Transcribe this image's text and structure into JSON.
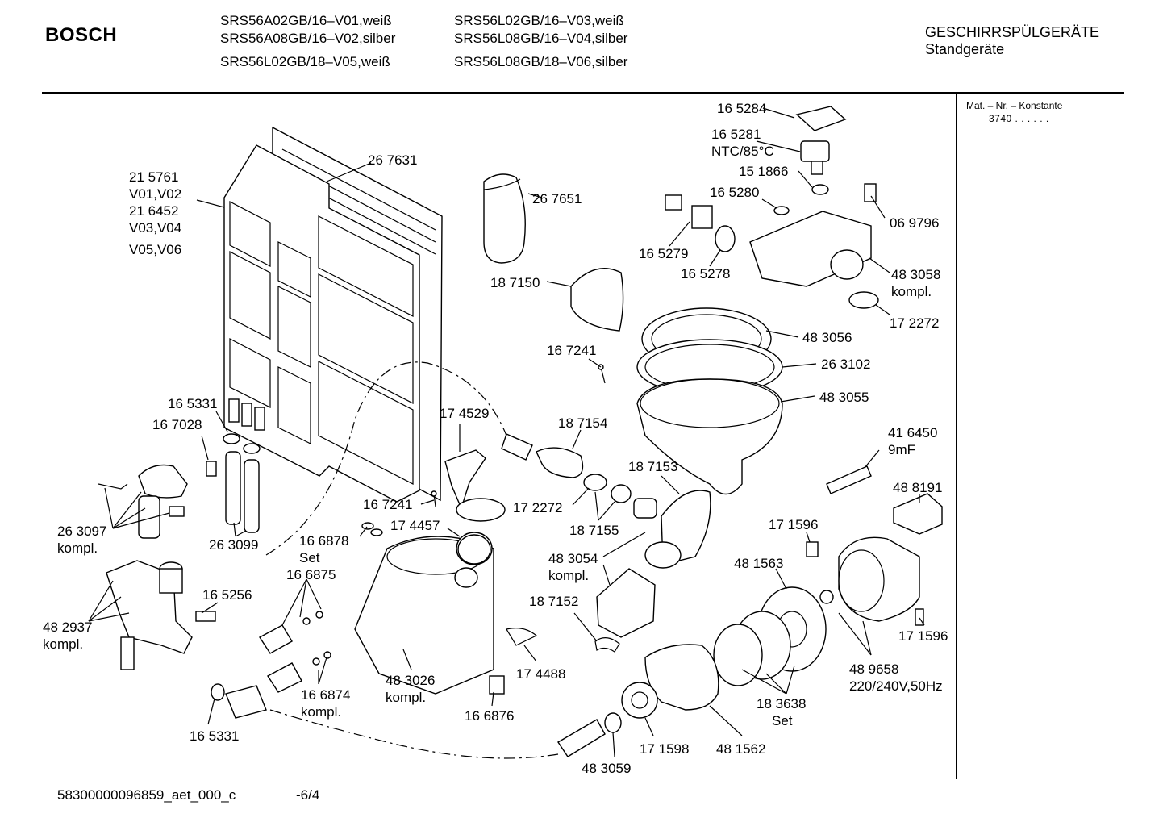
{
  "header": {
    "brand": "BOSCH",
    "models": [
      "SRS56A02GB/16–V01,weiß",
      "SRS56A08GB/16–V02,silber",
      "SRS56L02GB/18–V05,weiß",
      "SRS56L02GB/16–V03,weiß",
      "SRS56L08GB/16–V04,silber",
      "SRS56L08GB/18–V06,silber"
    ],
    "category": "GESCHIRRSPÜLGERÄTE",
    "subcategory": "Standgeräte"
  },
  "side_panel": {
    "title": "Mat. – Nr. – Konstante",
    "value": "3740  .  .  .  .  .  ."
  },
  "footer": {
    "doc_id": "58300000096859_aet_000_c",
    "page": "-6/4"
  },
  "labels": [
    "16 5284",
    "16 5281",
    "NTC/85°C",
    "15 1866",
    "16 5280",
    "06 9796",
    "16 5279",
    "16 5278",
    "48 3058",
    "kompl.",
    "17 2272",
    "26 7631",
    "21 5761",
    "V01,V02",
    "21 6452",
    "V03,V04",
    "V05,V06",
    "26 7651",
    "18 7150",
    "48 3056",
    "16 7241",
    "26 3102",
    "48 3055",
    "16 5331",
    "16 7028",
    "17 4529",
    "18 7154",
    "41 6450",
    "9mF",
    "18 7153",
    "48 8191",
    "16 7241",
    "17 2272",
    "18 7155",
    "17 4457",
    "17 1596",
    "26 3097",
    "kompl.",
    "16 6878",
    "Set",
    "48 3054",
    "kompl.",
    "48 1563",
    "26 3099",
    "16 6875",
    "16 5256",
    "18 7152",
    "48 2937",
    "kompl.",
    "17 1596",
    "17 4488",
    "48 9658",
    "220/240V,50Hz",
    "48 3026",
    "kompl.",
    "16 6874",
    "kompl.",
    "18 3638",
    "Set",
    "16 6876",
    "16 5331",
    "17 1598",
    "48 1562",
    "48 3059"
  ]
}
